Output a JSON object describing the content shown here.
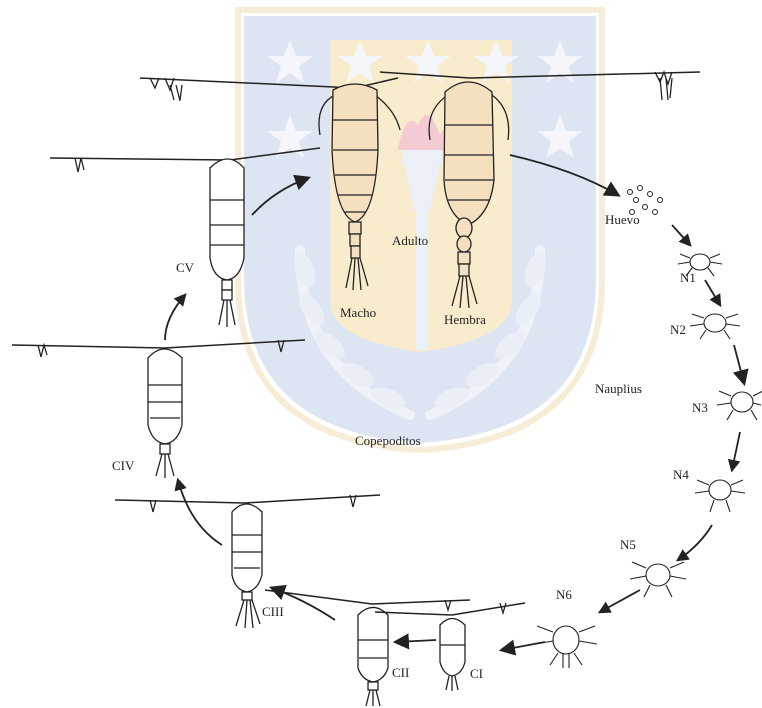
{
  "labels": {
    "adult": "Adulto",
    "male": "Macho",
    "female": "Hembra",
    "egg": "Huevo",
    "nauplius": "Nauplius",
    "copepodites": "Copepoditos",
    "n1": "N1",
    "n2": "N2",
    "n3": "N3",
    "n4": "N4",
    "n5": "N5",
    "n6": "N6",
    "c1": "CI",
    "c2": "CII",
    "c3": "CIII",
    "c4": "CIV",
    "c5": "CV"
  },
  "colors": {
    "emblem_blue": "#c7d3e8",
    "emblem_gold": "#f6e3b4",
    "flame": "#f3c6cf",
    "body_fill": "#f4dfbf",
    "ink": "#222222"
  },
  "icons": {
    "emblem": "university-shield-watermark"
  }
}
